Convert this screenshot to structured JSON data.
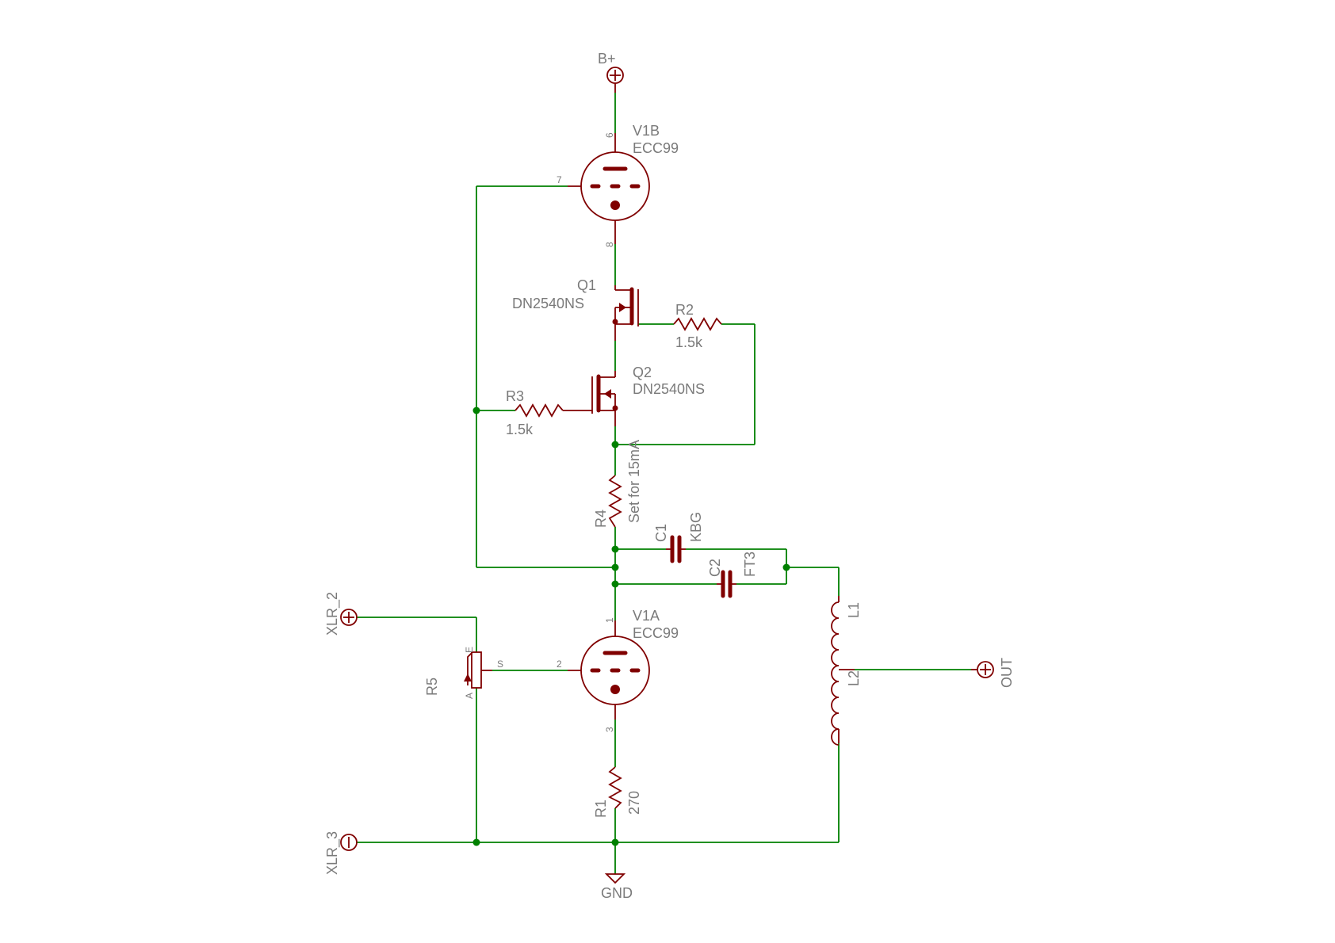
{
  "supply": {
    "name": "B+"
  },
  "ground": {
    "name": "GND"
  },
  "tubes": {
    "v1b": {
      "ref": "V1B",
      "value": "ECC99",
      "pins": {
        "anode": "6",
        "grid": "7",
        "cathode": "8"
      }
    },
    "v1a": {
      "ref": "V1A",
      "value": "ECC99",
      "pins": {
        "anode": "1",
        "grid": "2",
        "cathode": "3"
      }
    }
  },
  "transistors": {
    "q1": {
      "ref": "Q1",
      "value": "DN2540NS"
    },
    "q2": {
      "ref": "Q2",
      "value": "DN2540NS"
    }
  },
  "resistors": {
    "r1": {
      "ref": "R1",
      "value": "270"
    },
    "r2": {
      "ref": "R2",
      "value": "1.5k"
    },
    "r3": {
      "ref": "R3",
      "value": "1.5k"
    },
    "r4": {
      "ref": "R4",
      "value": "Set for 15mA"
    },
    "r5": {
      "ref": "R5",
      "pins": {
        "a": "A",
        "e": "E",
        "s": "S"
      }
    }
  },
  "capacitors": {
    "c1": {
      "ref": "C1",
      "value": "KBG"
    },
    "c2": {
      "ref": "C2",
      "value": "FT3"
    }
  },
  "inductors": {
    "l1": {
      "ref": "L1"
    },
    "l2": {
      "ref": "L2"
    }
  },
  "connectors": {
    "xlr2": {
      "name": "XLR_2"
    },
    "xlr3": {
      "name": "XLR_3"
    },
    "out": {
      "name": "OUT"
    }
  },
  "colors": {
    "wire": "#008000",
    "symbol": "#800000",
    "text": "#7a7a7a"
  }
}
